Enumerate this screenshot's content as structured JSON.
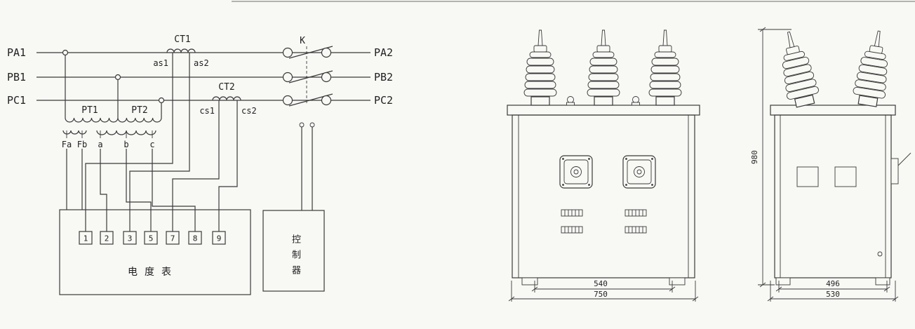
{
  "schematic": {
    "phases_left": [
      "PA1",
      "PB1",
      "PC1"
    ],
    "phases_right": [
      "PA2",
      "PB2",
      "PC2"
    ],
    "ct1": {
      "label": "CT1",
      "s1": "as1",
      "s2": "as2"
    },
    "ct2": {
      "label": "CT2",
      "s1": "cs1",
      "s2": "cs2"
    },
    "switch_label": "K",
    "pt1_label": "PT1",
    "pt2_label": "PT2",
    "pt_terminals": [
      "Fa",
      "Fb",
      "a",
      "b",
      "c"
    ],
    "meter": {
      "label": "电度表",
      "terminals": [
        "1",
        "2",
        "3",
        "5",
        "7",
        "8",
        "9"
      ]
    },
    "controller_label": "控制器"
  },
  "dims": {
    "height": "980",
    "front_inner": "540",
    "front_outer": "750",
    "side_inner": "496",
    "side_outer": "530"
  }
}
